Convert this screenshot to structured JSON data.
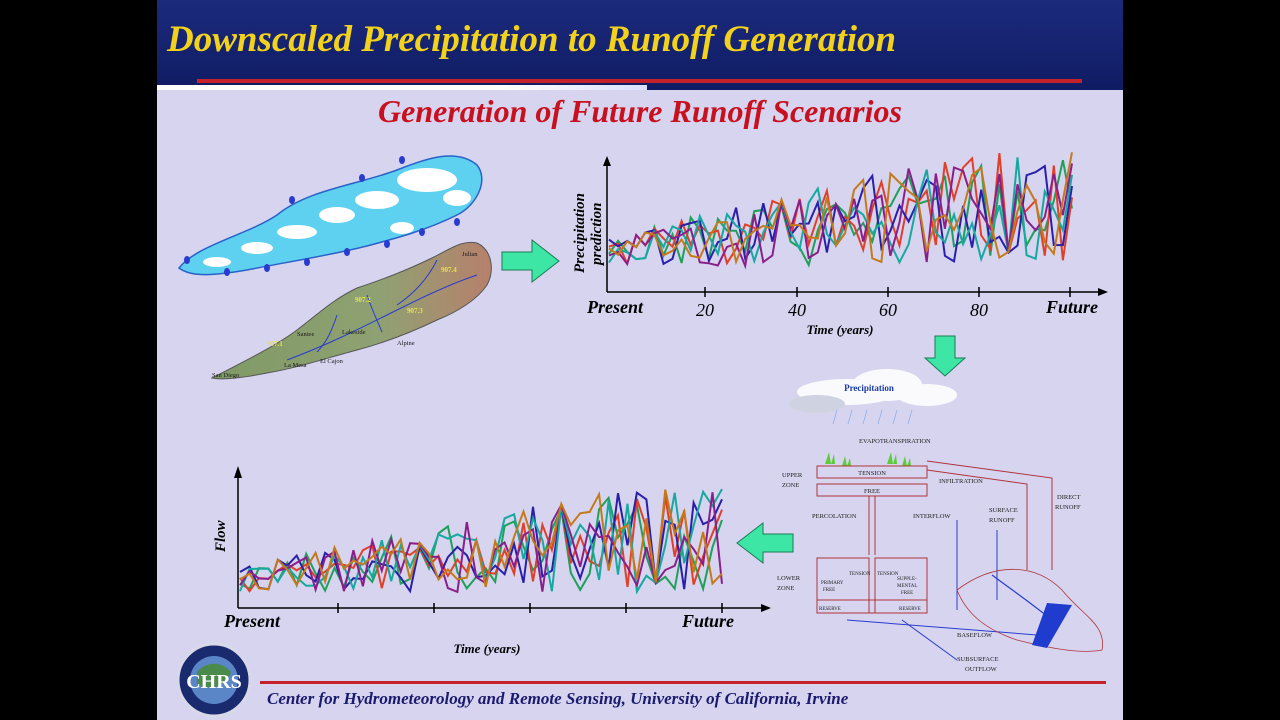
{
  "slide": {
    "title": "Downscaled Precipitation to Runoff Generation",
    "subtitle": "Generation of Future Runoff  Scenarios",
    "footer": "Center for Hydrometeorology and Remote Sensing, University of California, Irvine",
    "logo_text": "CHRS"
  },
  "map": {
    "labels": [
      "Julian",
      "907.4",
      "907.2",
      "907.3",
      "907.1",
      "Santee",
      "Lakeside",
      "Alpine",
      "La Mesa",
      "El Cajon",
      "San Diego"
    ]
  },
  "precip_chart": {
    "ylabel_line1": "Precipitation",
    "ylabel_line2": "prediction",
    "x_start_label": "Present",
    "x_end_label": "Future",
    "tick_labels": [
      "20",
      "40",
      "60",
      "80"
    ],
    "xlabel": "Time (years)"
  },
  "flow_chart": {
    "ylabel": "Flow",
    "x_start_label": "Present",
    "x_end_label": "Future",
    "xlabel": "Time (years)"
  },
  "hydro_diagram": {
    "precipitation": "Precipitation",
    "evapotranspiration": "EVAPOTRANSPIRATION",
    "upper_zone": "UPPER\nZONE",
    "tension": "TENSION",
    "free": "FREE",
    "infiltration": "INFILTRATION",
    "direct_runoff": "DIRECT\nRUNOFF",
    "percolation": "PERCOLATION",
    "interflow": "INTERFLOW",
    "surface_runoff": "SURFACE\nRUNOFF",
    "lower_zone": "LOWER\nZONE",
    "tension_left": "TENSION",
    "tension_right": "TENSION",
    "primary_free": "PRIMARY\nFREE",
    "supplemental_free": "SUPPLE-\nMENTAL\nFREE",
    "reserve_left": "RESERVE",
    "reserve_right": "RESERVE",
    "baseflow": "BASEFLOW",
    "subsurface_outflow": "SUBSURFACE\nOUTFLOW"
  },
  "colors": {
    "title_yellow": "#f3d21c",
    "subtitle_red": "#c8101f",
    "arrow_green": "#3ee6a6",
    "series": [
      "#1fa05a",
      "#e0402a",
      "#2a1fa8",
      "#17a8a0",
      "#8a1f8a",
      "#c47a1a"
    ]
  }
}
